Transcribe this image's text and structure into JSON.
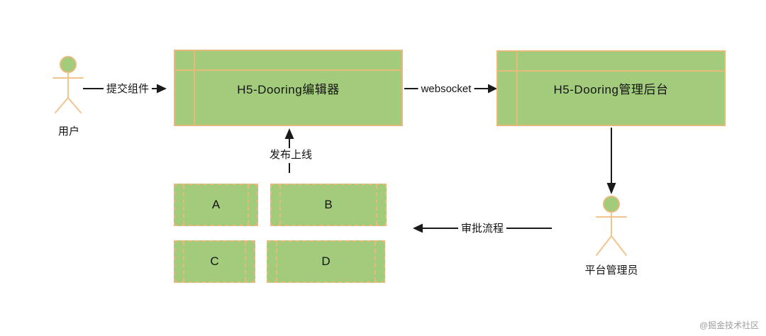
{
  "diagram": {
    "actors": {
      "user": {
        "label": "用户"
      },
      "admin": {
        "label": "平台管理员"
      }
    },
    "nodes": {
      "editor": {
        "label": "H5-Dooring编辑器"
      },
      "backend": {
        "label": "H5-Dooring管理后台"
      },
      "components": [
        {
          "label": "A"
        },
        {
          "label": "B"
        },
        {
          "label": "C"
        },
        {
          "label": "D"
        }
      ]
    },
    "edges": {
      "submit": {
        "label": "提交组件"
      },
      "websocket": {
        "label": "websocket"
      },
      "publish": {
        "label": "发布上线"
      },
      "approval": {
        "label": "审批流程"
      }
    },
    "colors": {
      "node_fill": "#a3cb7c",
      "node_border": "#e8ba7a",
      "figure_line": "#f2c48e",
      "arrow": "#1a1a1a",
      "watermark_text": "#9e9e9e"
    }
  },
  "watermark": {
    "text": "@掘金技术社区"
  }
}
